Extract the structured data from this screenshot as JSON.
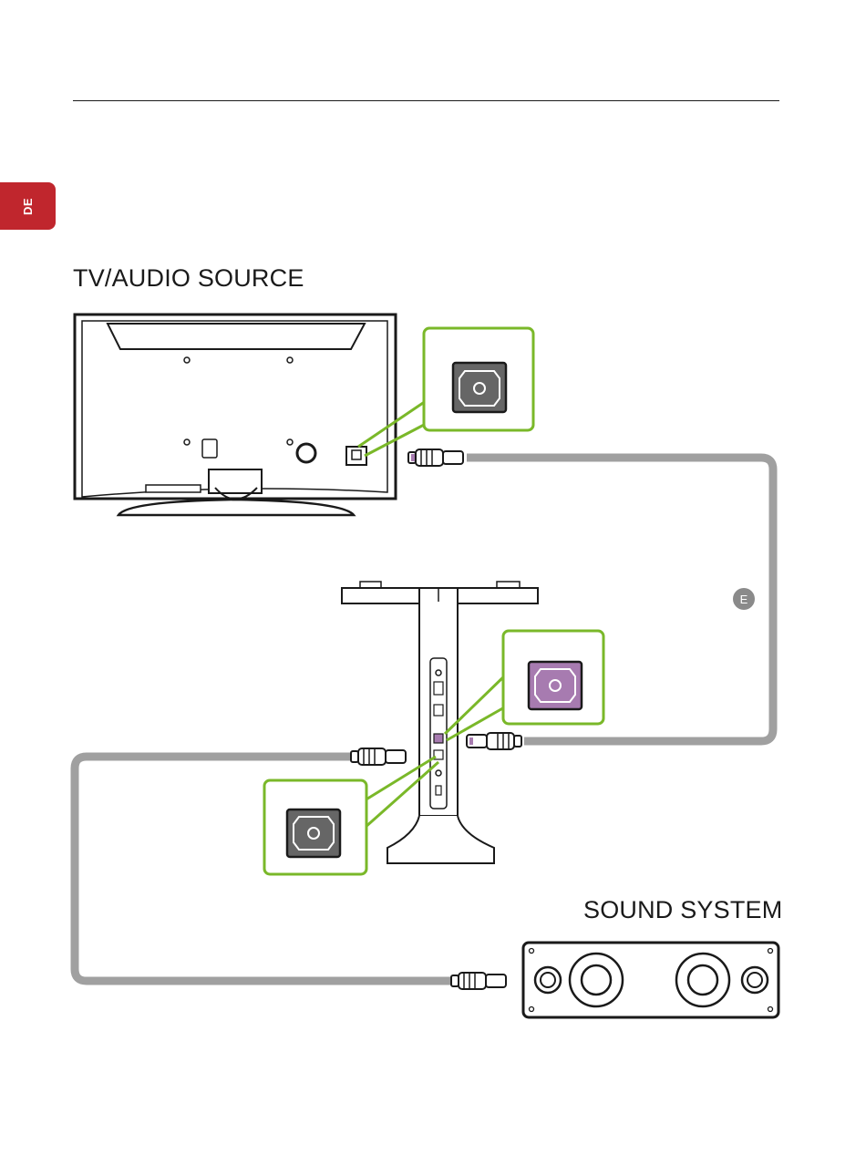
{
  "language_tab": {
    "label": "DE"
  },
  "headings": {
    "source": "TV/AUDIO SOURCE",
    "sound": "SOUND SYSTEM"
  },
  "cable_marker": {
    "label": "E"
  },
  "colors": {
    "brand_red": "#c0262d",
    "callout_green": "#7ab829",
    "cable_gray": "#a0a0a0",
    "optical_purple": "#a77bb0"
  },
  "icons": [
    "tv-back-icon",
    "headphone-stand-icon",
    "speaker-bar-icon",
    "optical-port-icon",
    "optical-plug-icon"
  ]
}
